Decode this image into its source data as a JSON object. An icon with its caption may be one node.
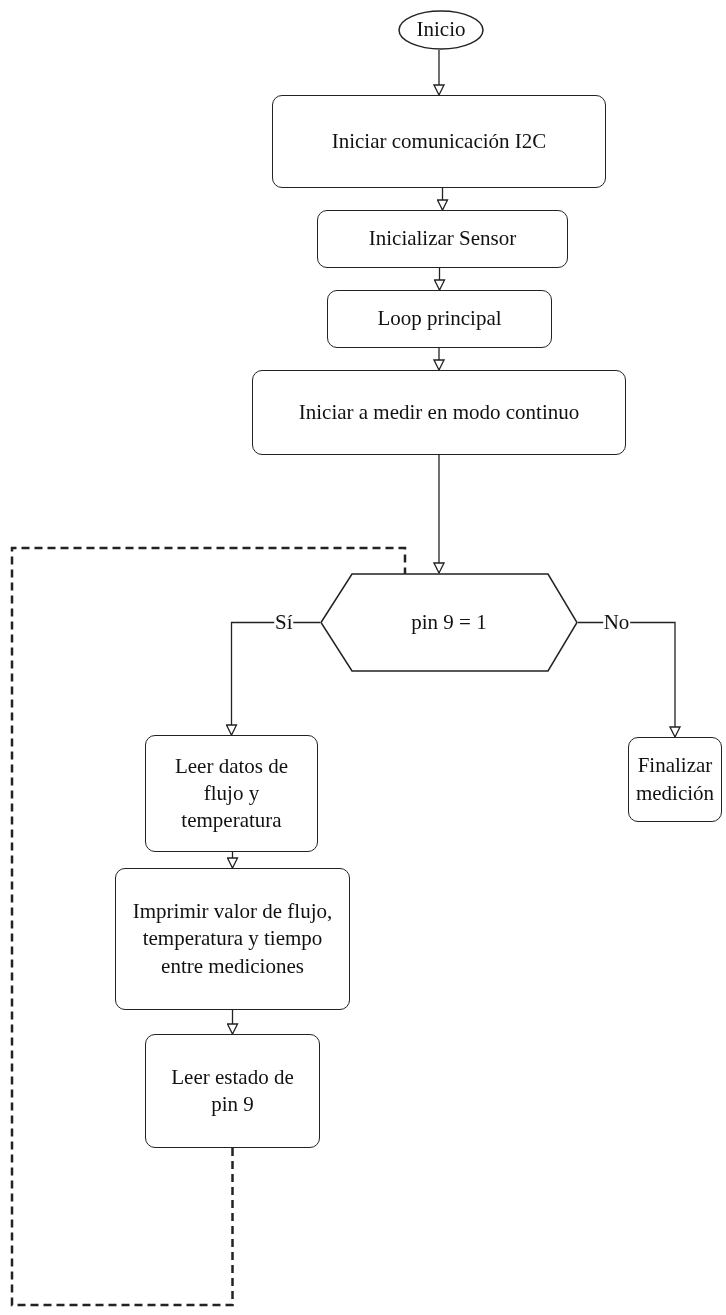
{
  "diagram": {
    "nodes": [
      {
        "text": [
          "Inicio"
        ]
      },
      {
        "text": [
          "Iniciar comunicación I2C"
        ]
      },
      {
        "text": [
          "Inicializar Sensor"
        ]
      },
      {
        "text": [
          "Loop principal"
        ]
      },
      {
        "text": [
          "Iniciar a medir en modo continuo"
        ]
      },
      {
        "text": [
          "pin 9 = 1"
        ]
      },
      {
        "text": [
          "Leer datos de flujo y temperatura"
        ]
      },
      {
        "text": [
          "Finalizar medición"
        ]
      },
      {
        "text": [
          "Imprimir valor de flujo, temperatura y tiempo entre mediciones"
        ]
      },
      {
        "text": [
          "Leer estado de pin 9"
        ]
      }
    ],
    "edges": [
      {
        "from": 0,
        "to": 1,
        "arrow": "to"
      },
      {
        "from": 1,
        "to": 2,
        "arrow": "to"
      },
      {
        "from": 2,
        "to": 3,
        "arrow": "to"
      },
      {
        "from": 3,
        "to": 4,
        "arrow": "to"
      },
      {
        "from": 4,
        "to": 5,
        "arrow": "to"
      },
      {
        "from": 5,
        "to": 6,
        "arrow": "to",
        "label": "Sí"
      },
      {
        "from": 5,
        "to": 7,
        "arrow": "to",
        "label": "No"
      },
      {
        "from": 6,
        "to": 8,
        "arrow": "to"
      },
      {
        "from": 8,
        "to": 9,
        "arrow": "to"
      },
      {
        "from": 9,
        "to": 5,
        "arrow": "none",
        "style": "dashed"
      }
    ]
  }
}
